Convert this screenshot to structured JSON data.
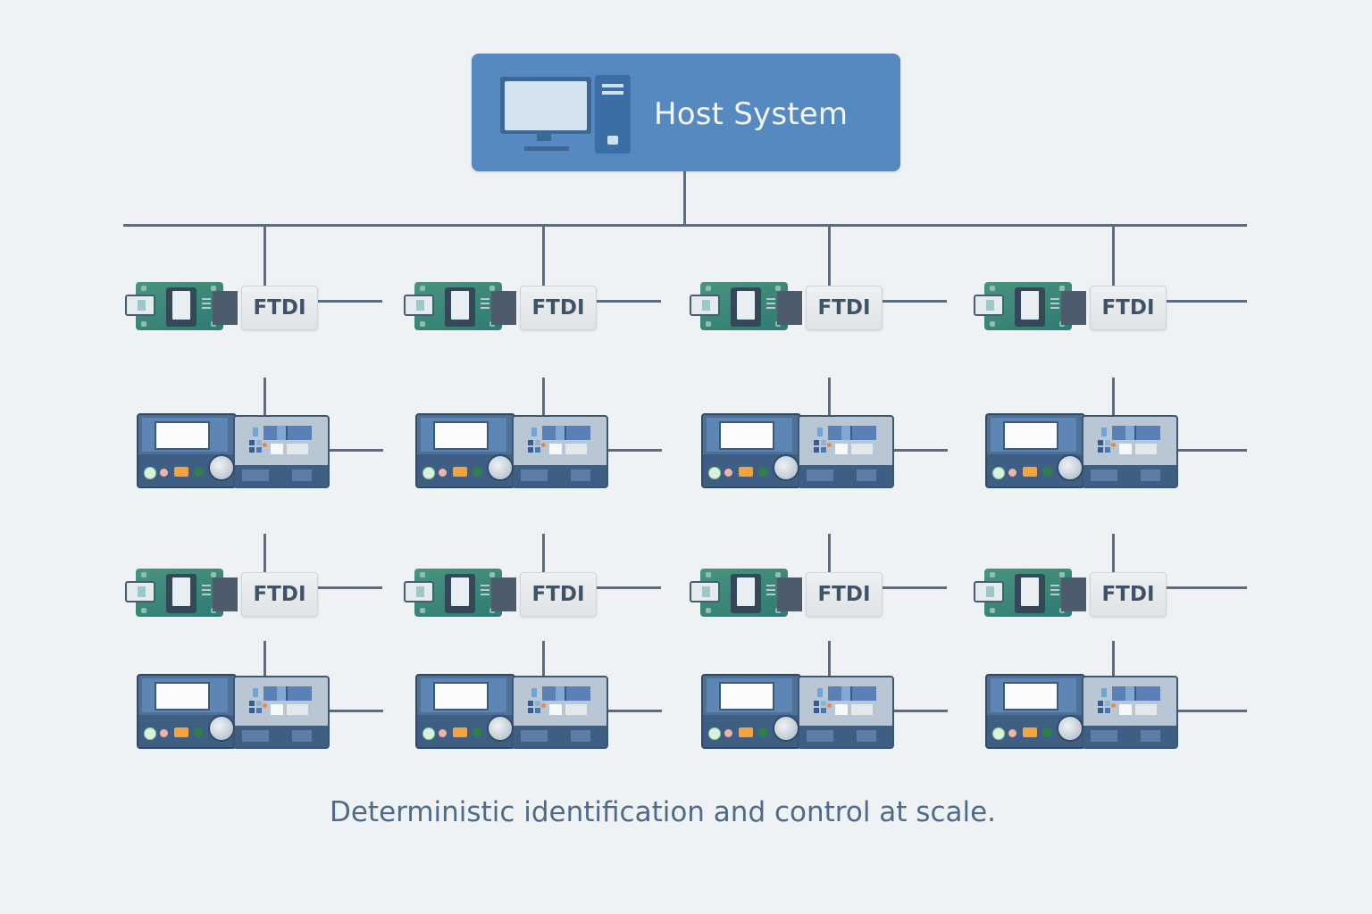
{
  "host": {
    "title": "Host System",
    "icon": "desktop-computer-icon",
    "color": "#5689bf"
  },
  "adapter_label": "FTDI",
  "groups": [
    {
      "row": 1,
      "columns": [
        {
          "adapter": "FTDI",
          "device": "instrument"
        },
        {
          "adapter": "FTDI",
          "device": "instrument"
        },
        {
          "adapter": "FTDI",
          "device": "instrument"
        },
        {
          "adapter": "FTDI",
          "device": "instrument"
        }
      ]
    },
    {
      "row": 2,
      "columns": [
        {
          "adapter": "FTDI",
          "device": "instrument"
        },
        {
          "adapter": "FTDI",
          "device": "instrument"
        },
        {
          "adapter": "FTDI",
          "device": "instrument"
        },
        {
          "adapter": "FTDI",
          "device": "instrument"
        }
      ]
    }
  ],
  "caption": "Deterministic identification and control at scale.",
  "colors": {
    "background": "#eff2f5",
    "connector_line": "#5a6d82",
    "pcb_green": "#3d8a7c",
    "caption_text": "#4f6a88"
  }
}
